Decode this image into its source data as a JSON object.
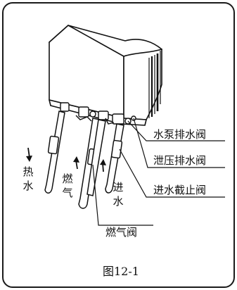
{
  "figure": {
    "caption": "图12-1"
  },
  "callouts": {
    "pump_drain_valve": "水泵排水阀",
    "pressure_relief_drain_valve": "泄压排水阀",
    "inlet_shutoff_valve": "进水截止阀",
    "gas_valve": "燃气阀"
  },
  "pipe_labels": {
    "hot_water": "热水",
    "gas": "燃气",
    "water_inlet": "进水"
  },
  "colors": {
    "line": "#111111",
    "panel_border": "#1a1a1a",
    "background": "#ffffff"
  }
}
